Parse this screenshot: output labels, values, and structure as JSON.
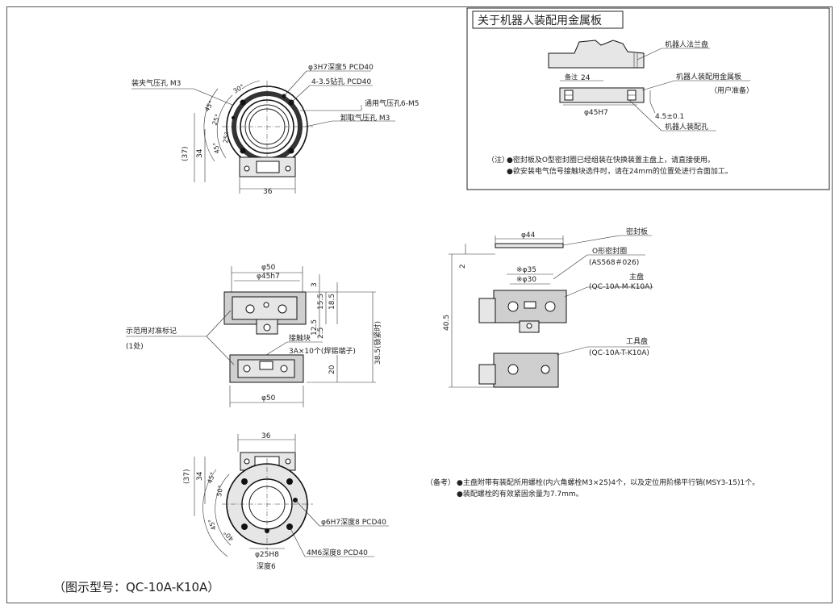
{
  "model_caption": "（图示型号：QC-10A-K10A）",
  "plate_box": {
    "title": "关于机器人装配用金属板",
    "labels": {
      "robot_flange": "机器人法兰盘",
      "metal_plate": "机器人装配用金属板",
      "user_prepare": "（用户准备）",
      "robot_hole": "机器人装配孔",
      "dim_24": "24",
      "dim_24_note": "备注",
      "dim_45h7": "φ45H7",
      "dim_45": "4.5±0.1"
    },
    "notes_prefix": "（注）",
    "notes": [
      "●密封板及O型密封圈已经组装在快换装置主盘上，请直接使用。",
      "●欲安装电气信号接触块选件时，请在24mm的位置处进行合面加工。"
    ]
  },
  "top_view": {
    "labels": {
      "clamp_port": "装夹气压孔 M3",
      "pin_hole": "φ3H7深度5 PCD40",
      "drill_hole": "4-3.5钻孔 PCD40",
      "common_port": "通用气压孔6-M5",
      "release_port": "卸取气压孔 M3"
    },
    "dims": {
      "a30": "30°",
      "a45": "45°",
      "a25": "25°",
      "a25b": "25°",
      "a45b": "45°",
      "h37": "(37)",
      "h34": "34",
      "w36": "36"
    }
  },
  "side_view": {
    "labels": {
      "mark": "示范用对准标记",
      "mark_qty": "(1处)",
      "contact": "接触块",
      "terminal": "3A×10个(焊锡端子)",
      "coupled": "38.5(锁紧时)"
    },
    "dims": {
      "d50a": "φ50",
      "d45h7": "φ45h7",
      "d3": "3",
      "d185": "18.5",
      "d155": "15.5",
      "d125": "12.5",
      "d25": "2.5",
      "d20": "20",
      "d50b": "φ50"
    }
  },
  "section_view": {
    "labels": {
      "seal_plate": "密封板",
      "oring": "O形密封圈",
      "oring_std": "(AS568＃026)",
      "master": "主盘",
      "master_code": "(QC-10A-M-K10A)",
      "tool": "工具盘",
      "tool_code": "(QC-10A-T-K10A)"
    },
    "dims": {
      "d44": "φ44",
      "d2": "2",
      "d35": "※φ35",
      "d30": "※φ30",
      "d405": "40.5"
    }
  },
  "bottom_view": {
    "labels": {
      "pin_hole": "φ6H7深度8 PCD40",
      "bore": "φ25H8",
      "bore_depth": "深度6",
      "tap": "4M6深度8 PCD40"
    },
    "dims": {
      "w36": "36",
      "h37": "(37)",
      "h34": "34",
      "a45a": "45°",
      "a50": "50°",
      "a45b": "45°",
      "a40": "40°"
    }
  },
  "remarks": {
    "prefix": "（备考）",
    "items": [
      "●主盘附带有装配所用螺栓(内六角螺栓M3×25)4个，以及定位用阶梯平行销(MSY3-15)1个。",
      "●装配螺栓的有效紧固余量为7.7mm。"
    ]
  }
}
